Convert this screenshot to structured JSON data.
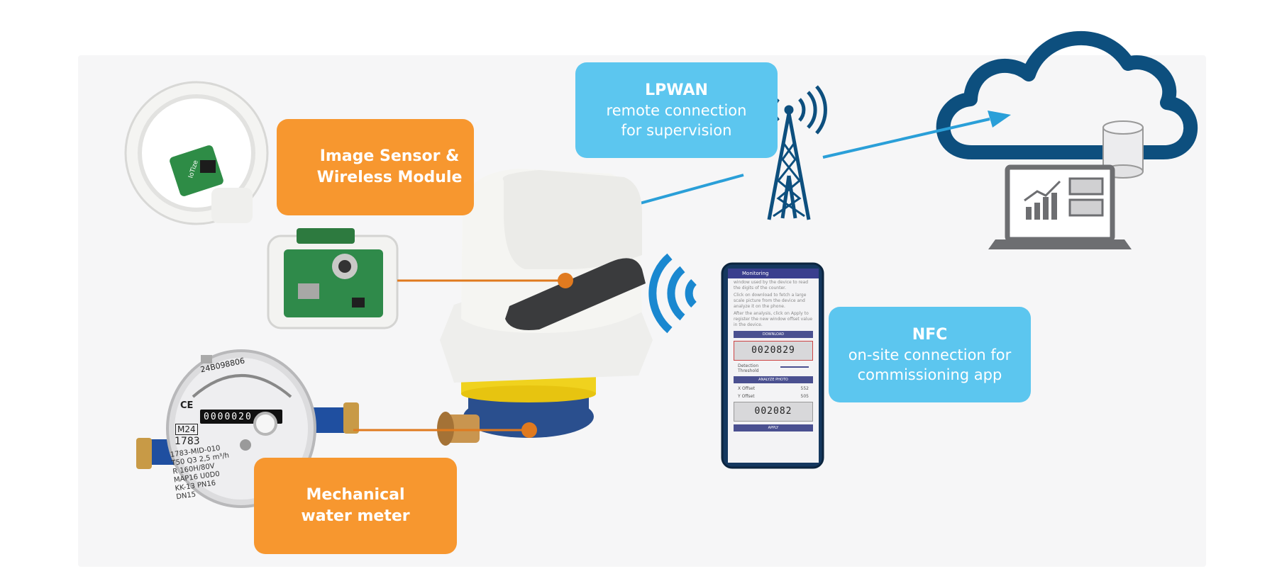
{
  "labels": {
    "image_sensor": {
      "line1": "Image Sensor &",
      "line2": "Wireless Module"
    },
    "water_meter": {
      "line1": "Mechanical",
      "line2": "water meter"
    },
    "lpwan": {
      "title": "LPWAN",
      "line1": "remote connection",
      "line2": "for supervision"
    },
    "nfc": {
      "title": "NFC",
      "line1": "on-site connection for",
      "line2": "commissioning app"
    }
  },
  "phone": {
    "header": "Monitoring",
    "text1": "window used by the device to read the digits of the counter.",
    "text2": "Click on download to fetch a large scale picture from the device and analyze it on the phone.",
    "text3": "After the analysis, click on Apply to register the new window offset value in the device.",
    "download_label": "DOWNLOAD",
    "digits_top": "0020829",
    "threshold_label": "Detection Threshold",
    "analyze_label": "ANALYZE PHOTO",
    "x_offset_label": "X Offset",
    "x_offset_value": "552",
    "y_offset_label": "Y Offset",
    "y_offset_value": "505",
    "digits_bottom": "002082",
    "apply_label": "APPLY"
  },
  "meter_dial": {
    "serial": "24B098806",
    "ce": "CE",
    "m": "M24",
    "code": "1783",
    "lines": [
      "1783-MID-010",
      "T50 Q3 2,5 m³/h",
      "R 160H/80V",
      "MAP16 U0D0",
      "KK-13 PN16",
      "DN15"
    ],
    "counter": "0000020"
  },
  "module_pcb_text": "IoTize",
  "colors": {
    "orange": "#f7972f",
    "blue": "#5cc6ef",
    "navy": "#0d4f7e",
    "link": "#2a9fd8",
    "connector": "#e07a1f"
  }
}
